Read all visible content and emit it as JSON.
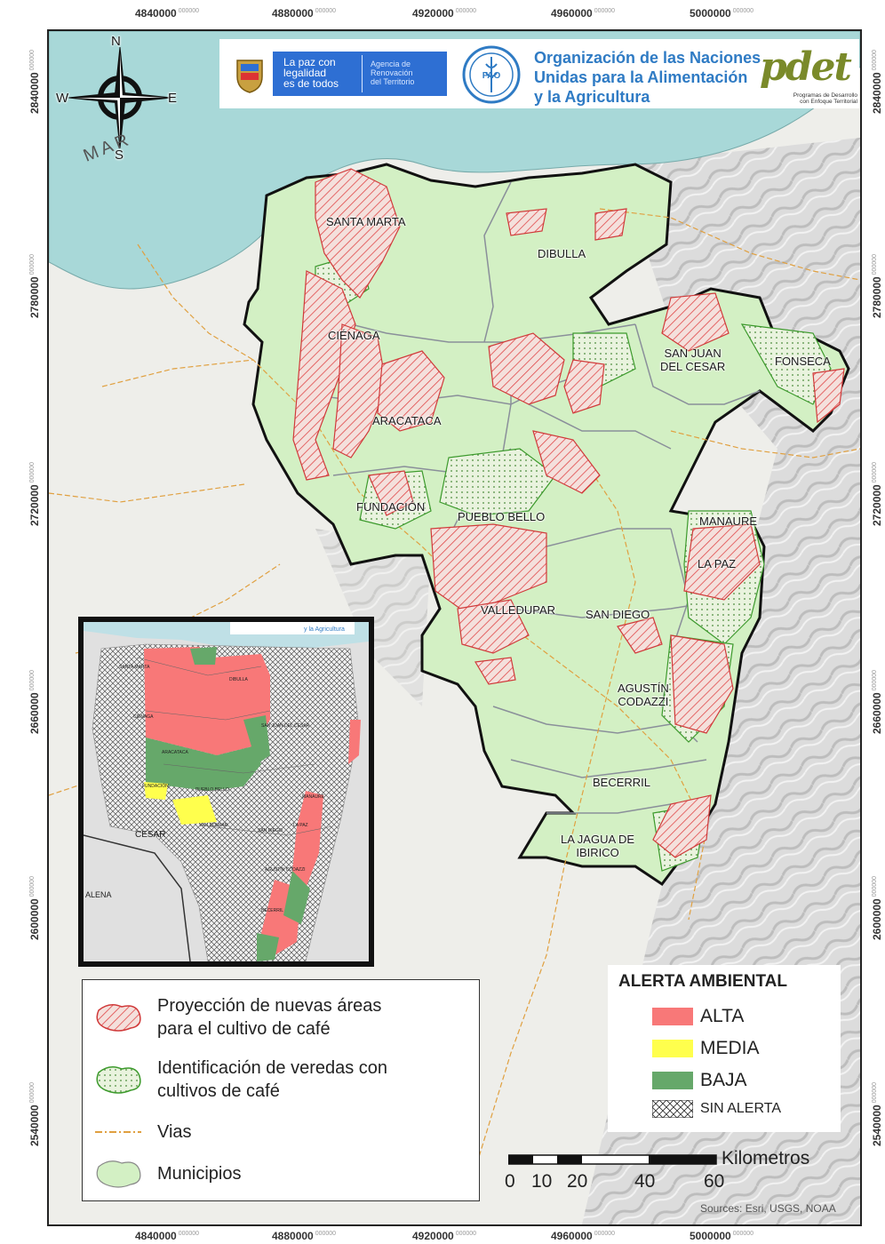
{
  "coordinates": {
    "top_x": [
      {
        "main": "4840000",
        "sub": "000000"
      },
      {
        "main": "4880000",
        "sub": "000000"
      },
      {
        "main": "4920000",
        "sub": "000000"
      },
      {
        "main": "4960000",
        "sub": "000000"
      },
      {
        "main": "5000000",
        "sub": "000000"
      }
    ],
    "left_y": [
      {
        "main": "2840000",
        "sub": "000000"
      },
      {
        "main": "2780000",
        "sub": "000000"
      },
      {
        "main": "2720000",
        "sub": "000000"
      },
      {
        "main": "2660000",
        "sub": "000000"
      },
      {
        "main": "2600000",
        "sub": "000000"
      },
      {
        "main": "2540000",
        "sub": "000000"
      }
    ]
  },
  "compass": {
    "n": "N",
    "s": "S",
    "e": "E",
    "w": "W"
  },
  "sea_label": "MAR",
  "logos": {
    "gov_line1": "La paz con",
    "gov_line2": "legalidad",
    "gov_line3": "es de todos",
    "agency_line1": "Agencia de",
    "agency_line2": "Renovación",
    "agency_line3": "del Territorio",
    "fao_line1": "Organización de las Naciones",
    "fao_line2": "Unidas para la Alimentación",
    "fao_line3": "y la Agricultura",
    "fao_emblem": "FAO",
    "pdet_word": "pdet",
    "pdet_sub1": "Programas de Desarrollo",
    "pdet_sub2": "con Enfoque Territorial"
  },
  "municipalities": [
    {
      "name": "SANTA MARTA"
    },
    {
      "name": "DIBULLA"
    },
    {
      "name": "CIÉNAGA"
    },
    {
      "name": "SAN JUAN\nDEL CESAR"
    },
    {
      "name": "FONSECA"
    },
    {
      "name": "ARACATACA"
    },
    {
      "name": "FUNDACIÓN"
    },
    {
      "name": "PUEBLO BELLO"
    },
    {
      "name": "MANAURE"
    },
    {
      "name": "LA PAZ"
    },
    {
      "name": "VALLEDUPAR"
    },
    {
      "name": "SAN DIEGO"
    },
    {
      "name": "AGUSTÍN\nCODAZZI"
    },
    {
      "name": "BECERRIL"
    },
    {
      "name": "LA JAGUA DE\nIBIRICO"
    }
  ],
  "inset": {
    "labels": [
      "SANTA MARTA",
      "DIBULLA",
      "CIÉNAGA",
      "ARACATACA",
      "FUNDACIÓN",
      "PUEBLO BELLO",
      "VALLEDUPAR",
      "MANAURE",
      "LA PAZ",
      "SAN DIEGO",
      "AGUSTÍN CODAZZI",
      "BECERRIL",
      "SAN JUAN DEL CESAR"
    ],
    "big_labels": [
      "CESAR",
      "ALENA"
    ],
    "header_text": "y la Agricultura"
  },
  "legend": {
    "items": [
      {
        "text": "Proyección de nuevas áreas\npara el cultivo de café",
        "symbol": "red-hatch"
      },
      {
        "text": "Identificación de veredas con\ncultivos de café",
        "symbol": "green-dots"
      },
      {
        "text": "Vias",
        "symbol": "dash-line"
      },
      {
        "text": "Municipios",
        "symbol": "pale-green"
      }
    ]
  },
  "alert_legend": {
    "title": "ALERTA AMBIENTAL",
    "levels": [
      {
        "label": "ALTA",
        "color": "#f87878"
      },
      {
        "label": "MEDIA",
        "color": "#ffff4d"
      },
      {
        "label": "BAJA",
        "color": "#66a86a"
      },
      {
        "label": "SIN ALERTA",
        "color": "crosshatch"
      }
    ]
  },
  "scale": {
    "unit": "Kilometros",
    "ticks": [
      "0",
      "10",
      "20",
      "40",
      "60"
    ]
  },
  "sources": "Sources: Esri, USGS, NOAA",
  "colors": {
    "sea": "#a8d8d8",
    "municipio": "#d3f0c4",
    "hatch_red": "#e04848",
    "dots_green": "#3c9a2c",
    "road": "#e0a040",
    "boundary": "#111111",
    "muni_border": "#8a8f9a"
  }
}
